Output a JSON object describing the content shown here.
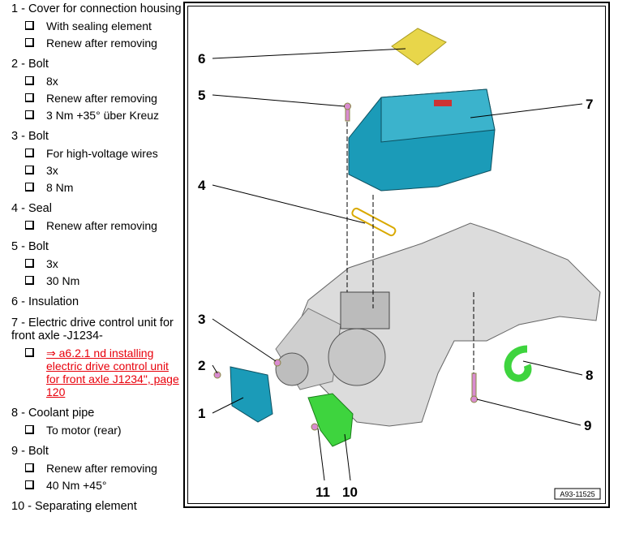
{
  "legend": [
    {
      "title": "1 - Cover for connection housing",
      "items": [
        "With sealing element",
        "Renew after removing"
      ]
    },
    {
      "title": "2 - Bolt",
      "items": [
        "8x",
        "Renew after removing",
        "3 Nm +35° über Kreuz"
      ]
    },
    {
      "title": "3 - Bolt",
      "items": [
        "For high-voltage wires",
        "3x",
        "8 Nm"
      ]
    },
    {
      "title": "4 - Seal",
      "items": [
        "Renew after removing"
      ]
    },
    {
      "title": "5 - Bolt",
      "items": [
        "3x",
        "30 Nm"
      ]
    },
    {
      "title": "6 - Insulation",
      "items": []
    },
    {
      "title": "7 - Electric drive control unit for front axle -J1234-",
      "link": "⇒ a6.2.1 nd installing electric drive control unit for front axle J1234\", page 120"
    },
    {
      "title": "8 - Coolant pipe",
      "items": [
        "To motor (rear)"
      ]
    },
    {
      "title": "9 - Bolt",
      "items": [
        "Renew after removing",
        "40 Nm +45°"
      ]
    },
    {
      "title": "10 - Separating element",
      "items": []
    }
  ],
  "figure": {
    "callouts": {
      "c1": "1",
      "c2": "2",
      "c3": "3",
      "c4": "4",
      "c5": "5",
      "c6": "6",
      "c7": "7",
      "c8": "8",
      "c9": "9",
      "c10": "10",
      "c11": "11"
    },
    "figure_id": "A93-11525",
    "colors": {
      "control_unit": "#1b9bb8",
      "insulation": "#e8d64a",
      "coolant_pipe": "#3ed43e",
      "housing": "#d9d9d9",
      "link": "#e8000b"
    }
  }
}
